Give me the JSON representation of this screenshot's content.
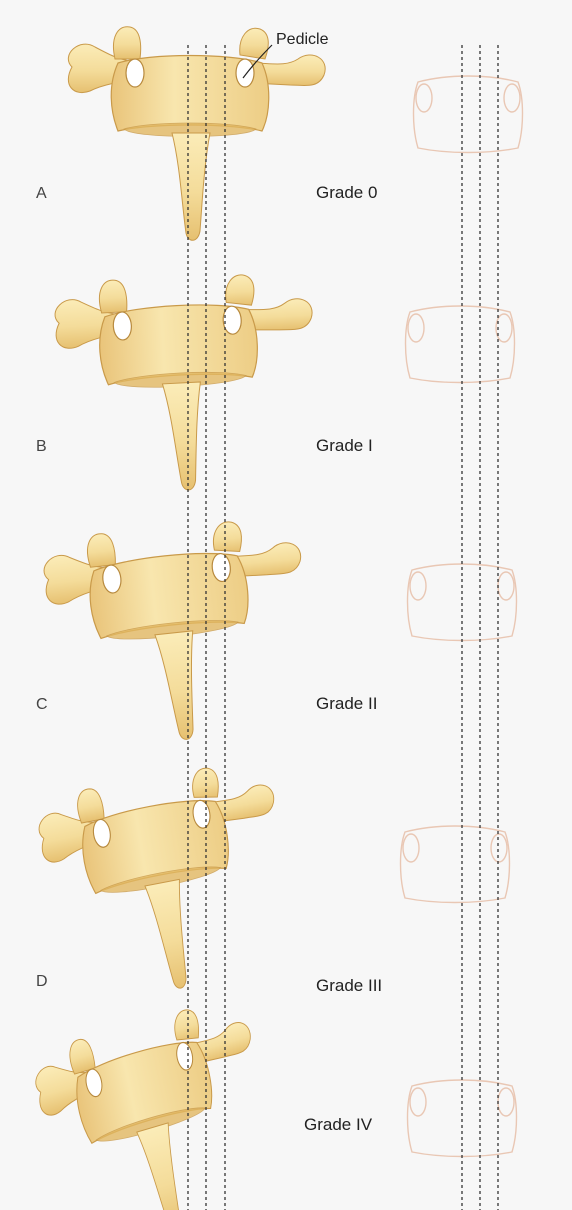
{
  "annotation": {
    "pedicle_label": "Pedicle"
  },
  "grades": [
    {
      "letter": "A",
      "label": "Grade 0",
      "rotation": 0
    },
    {
      "letter": "B",
      "label": "Grade I",
      "rotation": 1
    },
    {
      "letter": "C",
      "label": "Grade II",
      "rotation": 2
    },
    {
      "letter": "D",
      "label": "Grade III",
      "rotation": 3
    },
    {
      "letter": "",
      "label": "Grade IV",
      "rotation": 4
    }
  ],
  "colors": {
    "background": "#f7f7f7",
    "bone_fill": "#f4dc9a",
    "bone_shade": "#e2b862",
    "bone_outline": "#c99a4a",
    "pedicle_hole": "#ffffff",
    "outline_sketch": "#e9c7b4",
    "dashed_line": "#333333",
    "text": "#222222"
  },
  "icons": {
    "vertebra": "vertebra-illustration",
    "outline": "vertebra-outline-sketch"
  }
}
